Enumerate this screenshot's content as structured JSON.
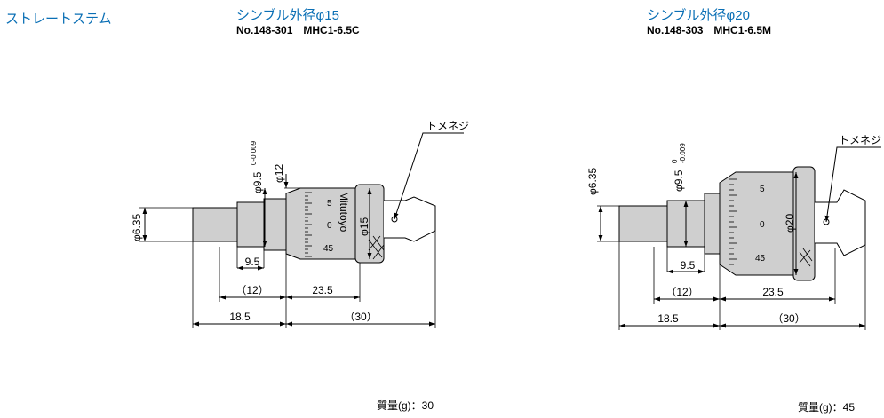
{
  "section_title": "ストレートステム",
  "colors": {
    "accent": "#0a6fb5",
    "body_fill": "#cfcfcf"
  },
  "models": [
    {
      "title": "シンブル外径φ15",
      "model_line": "No.148-301　MHC1-6.5C",
      "mass_label": "質量(g)：",
      "mass_value": "30",
      "brand": "Mitutoyo",
      "thimble_marks": [
        "5",
        "0",
        "45"
      ],
      "screw_label": "トメネジ",
      "dims": {
        "stem_dia": "φ6.35",
        "spindle_dia": "φ9.5",
        "spindle_tol": "0-0.009",
        "sleeve_dia": "φ12",
        "thimble_dia": "φ15",
        "spindle_len": "9.5",
        "ref_12": "（12）",
        "body_len": "23.5",
        "stem_len": "18.5",
        "ref_30": "（30）"
      }
    },
    {
      "title": "シンブル外径φ20",
      "model_line": "No.148-303　MHC1-6.5M",
      "mass_label": "質量(g)：",
      "mass_value": "45",
      "thimble_marks": [
        "5",
        "0",
        "45"
      ],
      "screw_label": "トメネジ",
      "dims": {
        "stem_dia": "φ6.35",
        "spindle_dia": "φ9.5",
        "spindle_tol_top": "0",
        "spindle_tol_bot": "-0.009",
        "thimble_dia": "φ20",
        "spindle_len": "9.5",
        "ref_12": "（12）",
        "body_len": "23.5",
        "stem_len": "18.5",
        "ref_30": "（30）"
      }
    }
  ]
}
